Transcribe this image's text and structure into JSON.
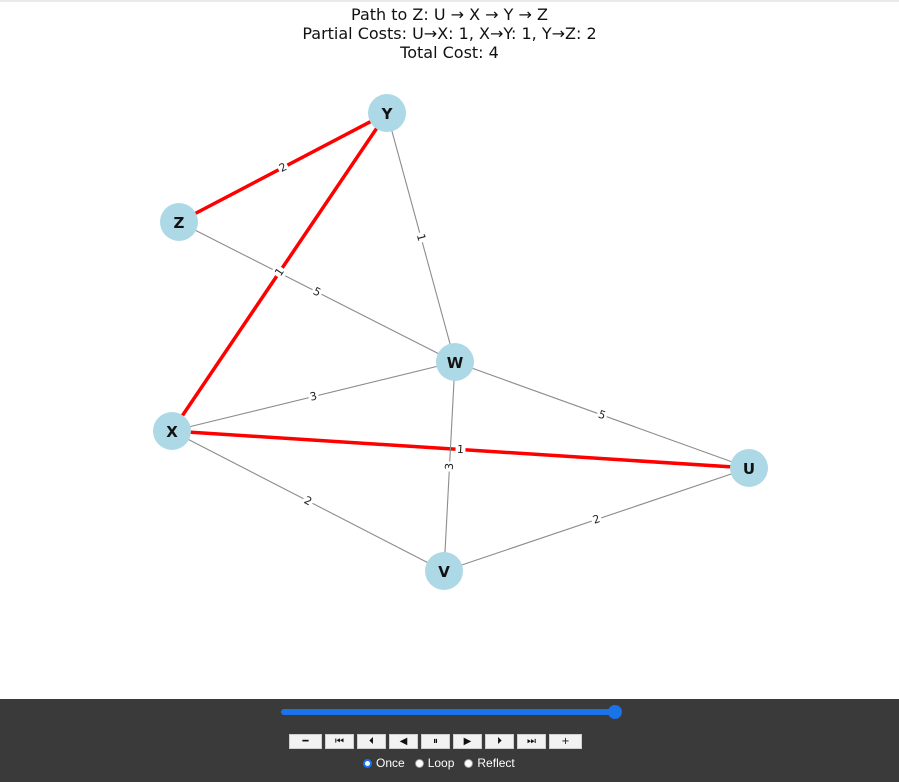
{
  "title": {
    "line1": "Path to Z: U → X → Y → Z",
    "line2": "Partial Costs: U→X: 1, X→Y: 1, Y→Z: 2",
    "line3": "Total Cost: 4"
  },
  "colors": {
    "node_fill": "#add8e6",
    "edge": "#8c8c8c",
    "path_edge": "#ff0000",
    "controls_bg": "#3a3a3a",
    "accent": "#1a73e8"
  },
  "graph": {
    "nodes": [
      "Y",
      "Z",
      "W",
      "X",
      "U",
      "V"
    ],
    "edges": [
      {
        "from": "Z",
        "to": "Y",
        "weight": "2",
        "highlighted": true
      },
      {
        "from": "X",
        "to": "Y",
        "weight": "1",
        "highlighted": true
      },
      {
        "from": "X",
        "to": "U",
        "weight": "1",
        "highlighted": true
      },
      {
        "from": "Y",
        "to": "W",
        "weight": "1",
        "highlighted": false
      },
      {
        "from": "Z",
        "to": "W",
        "weight": "5",
        "highlighted": false
      },
      {
        "from": "X",
        "to": "W",
        "weight": "3",
        "highlighted": false
      },
      {
        "from": "W",
        "to": "U",
        "weight": "5",
        "highlighted": false
      },
      {
        "from": "W",
        "to": "V",
        "weight": "3",
        "highlighted": false
      },
      {
        "from": "X",
        "to": "V",
        "weight": "2",
        "highlighted": false
      },
      {
        "from": "V",
        "to": "U",
        "weight": "2",
        "highlighted": false
      }
    ]
  },
  "animation": {
    "progress": 1.0,
    "buttons": [
      {
        "name": "slower-button",
        "icon": "minus-icon",
        "glyph": "━"
      },
      {
        "name": "first-frame-button",
        "icon": "skip-first-icon",
        "glyph": "⏮"
      },
      {
        "name": "previous-frame-button",
        "icon": "step-back-icon",
        "glyph": "⏴"
      },
      {
        "name": "play-reverse-button",
        "icon": "reverse-icon",
        "glyph": "◀"
      },
      {
        "name": "pause-button",
        "icon": "pause-icon",
        "glyph": "⏸"
      },
      {
        "name": "play-button",
        "icon": "play-icon",
        "glyph": "▶"
      },
      {
        "name": "next-frame-button",
        "icon": "step-forward-icon",
        "glyph": "⏵"
      },
      {
        "name": "last-frame-button",
        "icon": "skip-last-icon",
        "glyph": "⏭"
      },
      {
        "name": "faster-button",
        "icon": "plus-icon",
        "glyph": "+"
      }
    ],
    "modes": [
      {
        "label": "Once",
        "checked": true
      },
      {
        "label": "Loop",
        "checked": false
      },
      {
        "label": "Reflect",
        "checked": false
      }
    ]
  }
}
